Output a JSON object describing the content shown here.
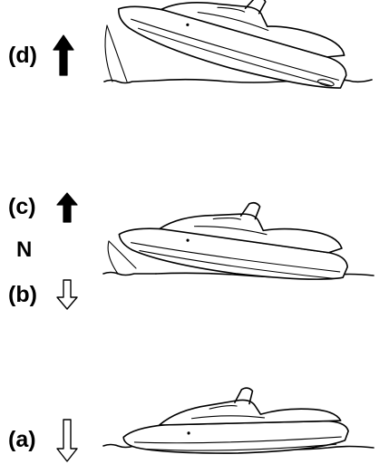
{
  "labels": {
    "d": "(d)",
    "c": "(c)",
    "n": "N",
    "b": "(b)",
    "a": "(a)"
  },
  "arrows": {
    "d": "up-arrow-icon-filled",
    "c": "up-arrow-icon-filled",
    "b": "down-arrow-icon-outline",
    "a": "down-arrow-icon-outline"
  },
  "colors": {
    "ink": "#000000",
    "background": "#ffffff"
  }
}
